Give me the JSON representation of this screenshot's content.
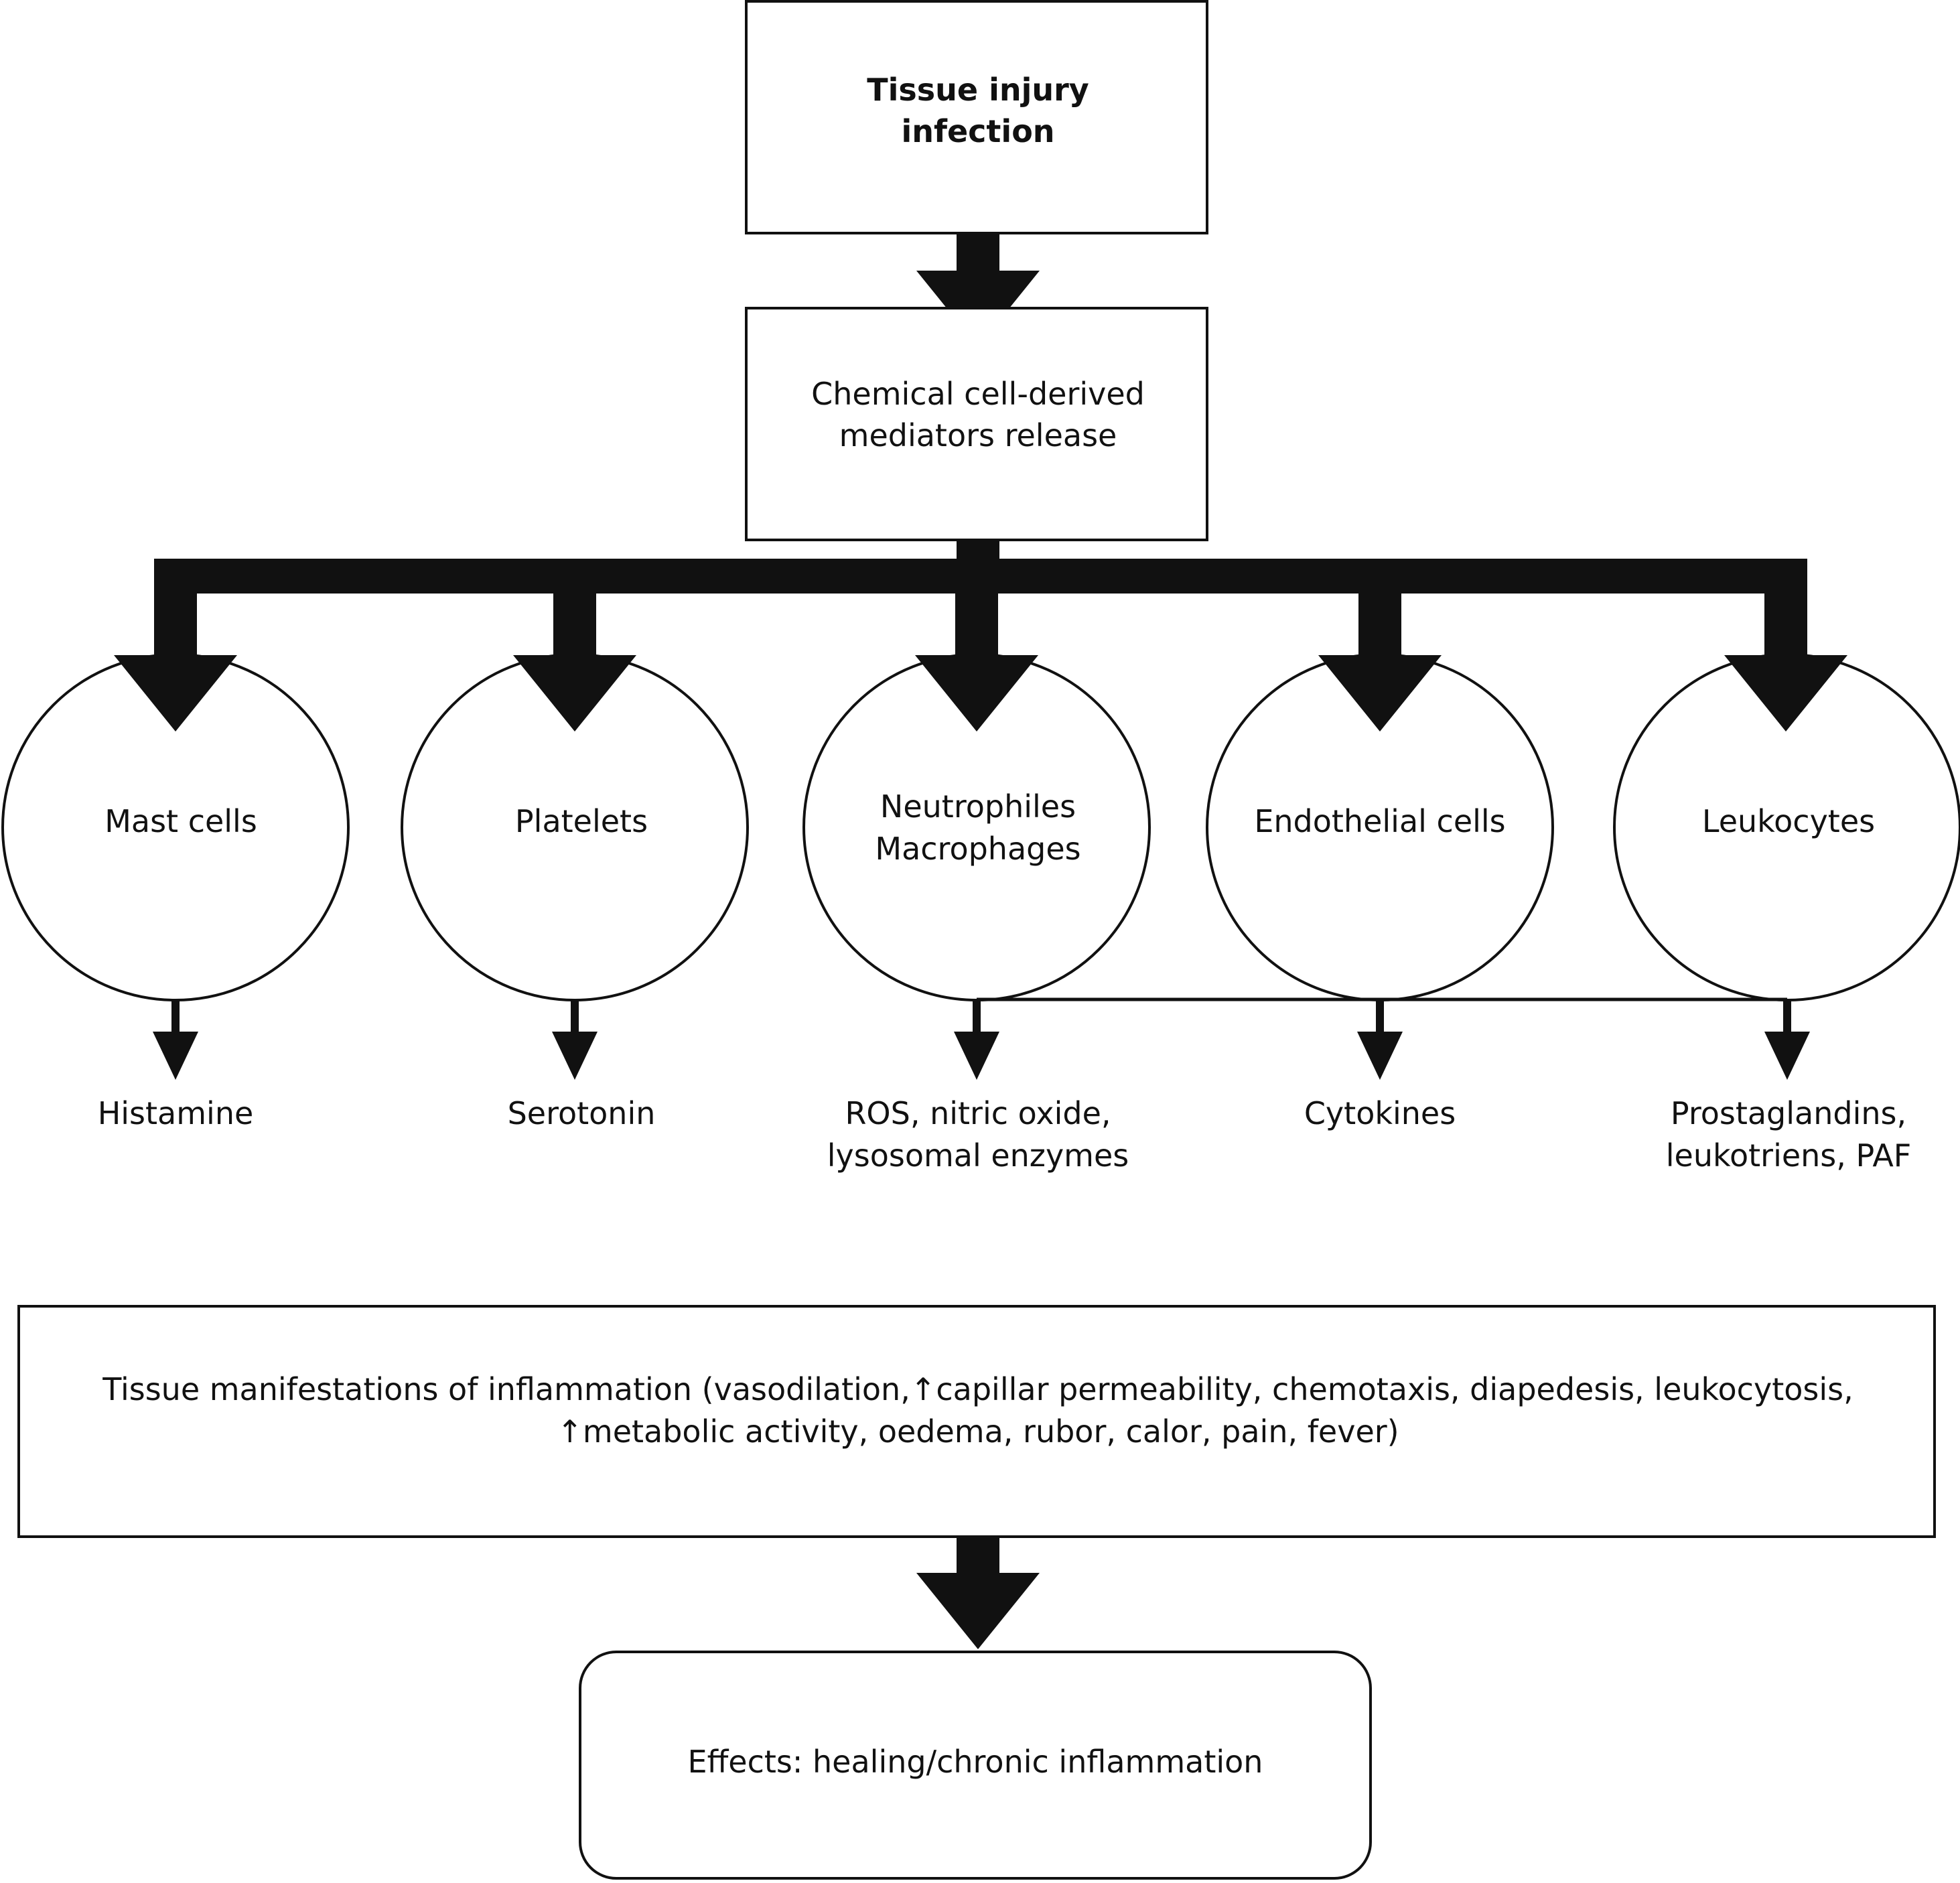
{
  "colors": {
    "stroke": "#111111",
    "background": "#ffffff"
  },
  "top_box": {
    "line1": "Tissue injury",
    "line2": "infection"
  },
  "mediators_box": {
    "line1": "Chemical cell-derived",
    "line2": "mediators release"
  },
  "cells": [
    {
      "line1": "Mast cells",
      "line2": ""
    },
    {
      "line1": "Platelets",
      "line2": ""
    },
    {
      "line1": "Neutrophiles",
      "line2": "Macrophages"
    },
    {
      "line1": "Endothelial cells",
      "line2": ""
    },
    {
      "line1": "Leukocytes",
      "line2": ""
    }
  ],
  "products": [
    {
      "line1": "Histamine",
      "line2": ""
    },
    {
      "line1": "Serotonin",
      "line2": ""
    },
    {
      "line1": "ROS, nitric oxide,",
      "line2": "lysosomal enzymes"
    },
    {
      "line1": "Cytokines",
      "line2": ""
    },
    {
      "line1": "Prostaglandins,",
      "line2": "leukotriens, PAF"
    }
  ],
  "manifestations_box": {
    "line1": "Tissue manifestations of inflammation (vasodilation,↑capillar permeability, chemotaxis, diapedesis, leukocytosis,",
    "line2": "↑metabolic activity, oedema, rubor, calor, pain, fever)"
  },
  "effects_box": {
    "label": "Effects: healing/chronic inflammation"
  }
}
